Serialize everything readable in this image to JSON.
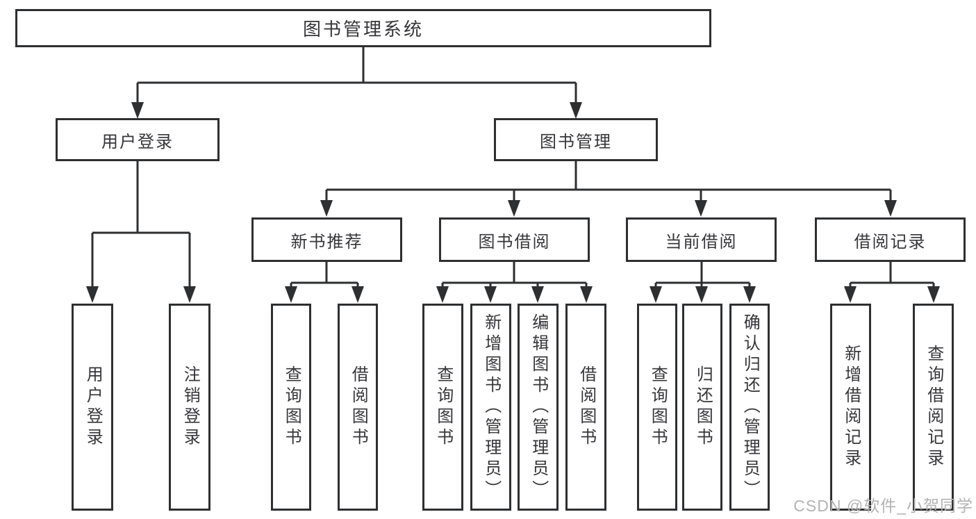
{
  "diagram": {
    "title": "图书管理系统",
    "root": {
      "label": "图书管理系统"
    },
    "user_login": {
      "label": "用户登录",
      "children": [
        "用户登录",
        "注销登录"
      ]
    },
    "book_mgmt": {
      "label": "图书管理",
      "groups": [
        {
          "label": "新书推荐",
          "children": [
            "查询图书",
            "借阅图书"
          ]
        },
        {
          "label": "图书借阅",
          "children": [
            "查询图书",
            "新增图书（管理员）",
            "编辑图书（管理员）",
            "借阅图书"
          ]
        },
        {
          "label": "当前借阅",
          "children": [
            "查询图书",
            "归还图书",
            "确认归还（管理员）"
          ]
        },
        {
          "label": "借阅记录",
          "children": [
            "新增借阅记录",
            "查询借阅记录"
          ]
        }
      ]
    }
  },
  "watermark": "CSDN @软件_小贺同学",
  "colors": {
    "line": "#2e2f31",
    "text": "#36363a",
    "box_fill": "#ffffff",
    "watermark": "#b3b3b3",
    "background": "#ffffff"
  }
}
